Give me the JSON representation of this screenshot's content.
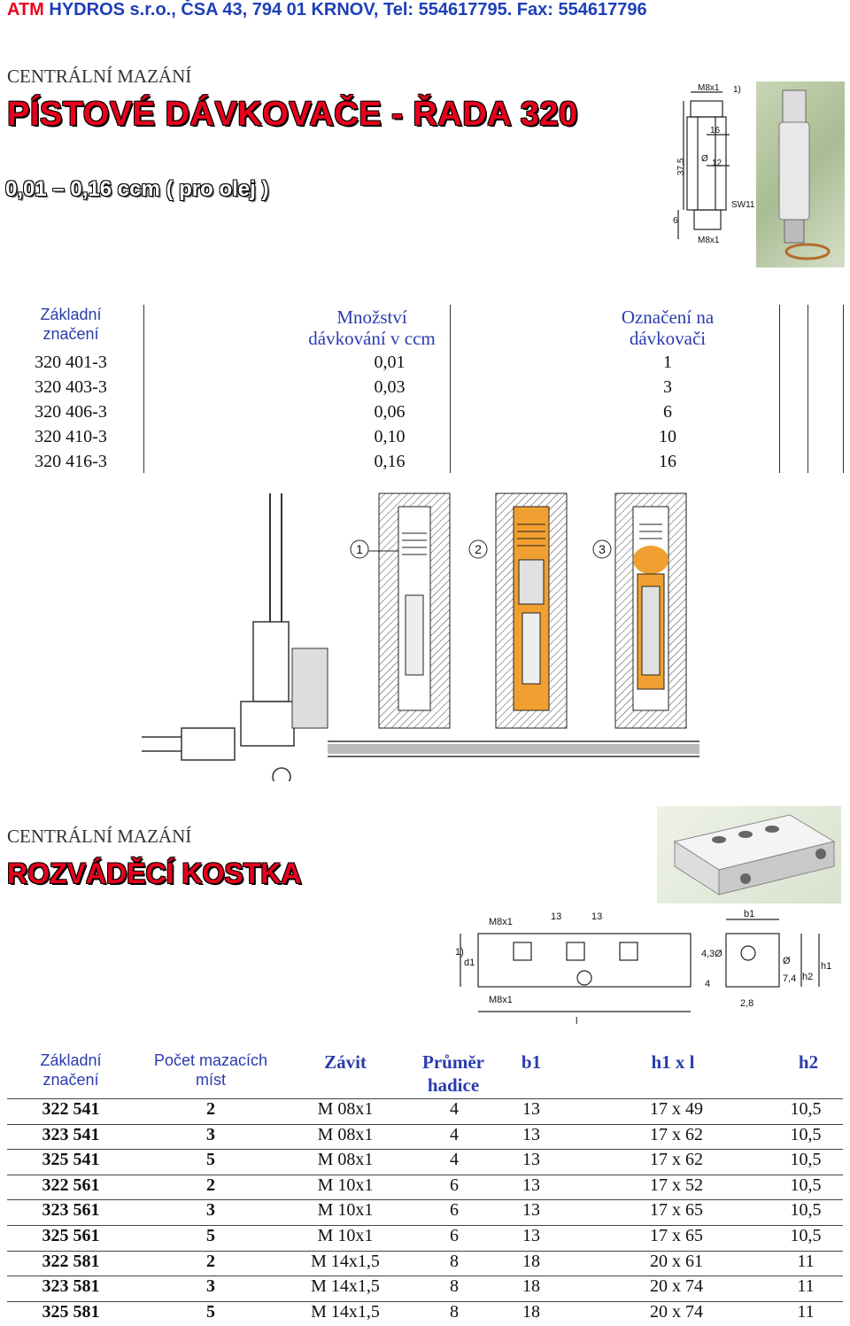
{
  "header": {
    "company": "ATM",
    "contact": " HYDROS s.r.o., ČSA 43, 794 01 KRNOV, Tel: 554617795. Fax: 554617796"
  },
  "section1": {
    "label": "CENTRÁLNÍ MAZÁNÍ",
    "title": "PÍSTOVÉ DÁVKOVAČE - ŘADA 320",
    "subtitle": "0,01 – 0,16 ccm ( pro olej )"
  },
  "drawing1": {
    "labels": [
      "M8x1",
      "1)",
      "16",
      "12",
      "37,5",
      "6",
      "SW11",
      "M8x1",
      "Ø"
    ]
  },
  "table1": {
    "headers": [
      [
        "Základní",
        "značení"
      ],
      [
        "Množství",
        "dávkování v ccm"
      ],
      [
        "Označení na",
        "dávkovači"
      ]
    ],
    "rows": [
      [
        "320 401-3",
        "0,01",
        "1"
      ],
      [
        "320 403-3",
        "0,03",
        "3"
      ],
      [
        "320 406-3",
        "0,06",
        "6"
      ],
      [
        "320 410-3",
        "0,10",
        "10"
      ],
      [
        "320 416-3",
        "0,16",
        "16"
      ]
    ]
  },
  "section_diagram": {
    "markers": [
      "1",
      "2",
      "3"
    ]
  },
  "section2": {
    "label": "CENTRÁLNÍ MAZÁNÍ",
    "title": "ROZVÁDĚCÍ KOSTKA"
  },
  "drawing2": {
    "labels": [
      "M8x1",
      "13",
      "13",
      "b1",
      "d1",
      "1)",
      "M8x1",
      "l",
      "4",
      "4,3Ø",
      "7,4",
      "2,8",
      "h2",
      "h1",
      "Ø"
    ]
  },
  "table2": {
    "headers": {
      "h0": [
        "Základní",
        "značení"
      ],
      "h1": [
        "Počet mazacích",
        "míst"
      ],
      "h2": [
        "Závit"
      ],
      "h3": [
        "Průměr",
        "hadice"
      ],
      "h4": [
        "b1"
      ],
      "h5": [
        "h1 x l"
      ],
      "h6": [
        "h2"
      ]
    },
    "rows": [
      [
        "322 541",
        "2",
        "M 08x1",
        "4",
        "13",
        "17 x 49",
        "10,5"
      ],
      [
        "323 541",
        "3",
        "M 08x1",
        "4",
        "13",
        "17 x 62",
        "10,5"
      ],
      [
        "325 541",
        "5",
        "M 08x1",
        "4",
        "13",
        "17 x 62",
        "10,5"
      ],
      [
        "322 561",
        "2",
        "M 10x1",
        "6",
        "13",
        "17 x 52",
        "10,5"
      ],
      [
        "323 561",
        "3",
        "M 10x1",
        "6",
        "13",
        "17 x 65",
        "10,5"
      ],
      [
        "325 561",
        "5",
        "M 10x1",
        "6",
        "13",
        "17 x 65",
        "10,5"
      ],
      [
        "322 581",
        "2",
        "M 14x1,5",
        "8",
        "18",
        "20 x 61",
        "11"
      ],
      [
        "323 581",
        "3",
        "M 14x1,5",
        "8",
        "18",
        "20 x 74",
        "11"
      ],
      [
        "325 581",
        "5",
        "M 14x1,5",
        "8",
        "18",
        "20 x 74",
        "11"
      ]
    ]
  },
  "colors": {
    "brand_red": "#e8001c",
    "brand_blue": "#1d3fb8",
    "header_blue": "#2a3cae",
    "diagram_orange": "#f0a030"
  }
}
